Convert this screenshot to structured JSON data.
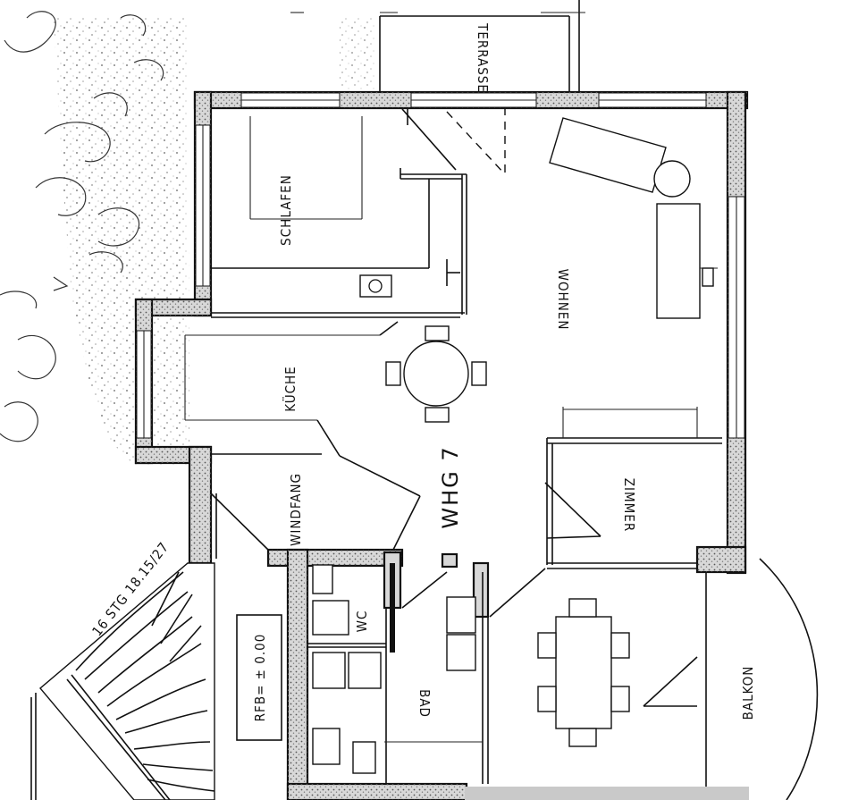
{
  "plan": {
    "unit_label": "WHG 7",
    "rooms": {
      "schlafen": "SCHLAFEN",
      "wohnen": "WOHNEN",
      "kueche": "KÜCHE",
      "windfang": "WINDFANG",
      "zimmer": "ZIMMER",
      "wc": "WC",
      "bad": "BAD",
      "balkon": "BALKON",
      "terrasse": "TERRASSE"
    },
    "stair_label": "16 STG 18.15/27",
    "level_label": "RFB= ± 0.00"
  }
}
